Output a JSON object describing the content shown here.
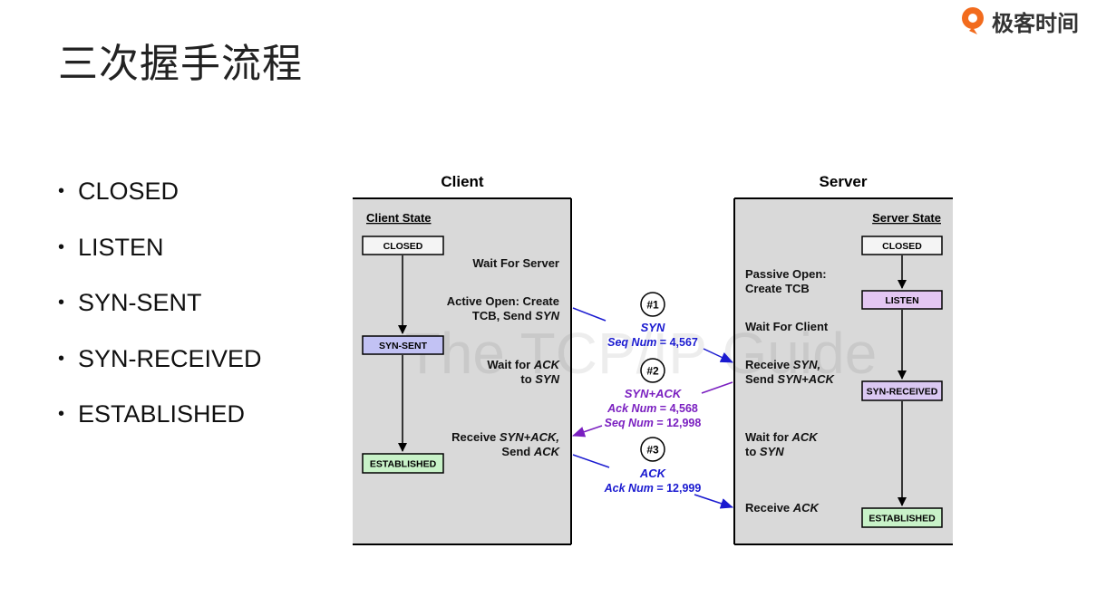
{
  "slide": {
    "title": "三次握手流程",
    "logo_text": "极客时间",
    "logo_icon": "geektime-logo-icon"
  },
  "bullets": [
    "CLOSED",
    "LISTEN",
    "SYN-SENT",
    "SYN-RECEIVED",
    "ESTABLISHED"
  ],
  "diagram": {
    "client_header": "Client",
    "server_header": "Server",
    "client_state_label": "Client State",
    "server_state_label": "Server State",
    "watermark": "The TCP/IP Guide",
    "client_states": {
      "closed": "CLOSED",
      "syn_sent": "SYN-SENT",
      "established": "ESTABLISHED"
    },
    "server_states": {
      "closed": "CLOSED",
      "listen": "LISTEN",
      "syn_received": "SYN-RECEIVED",
      "established": "ESTABLISHED"
    },
    "client_notes": {
      "wait_server": "Wait For Server",
      "active_open_1": "Active Open: Create",
      "active_open_2a": "TCB, Send ",
      "active_open_2b": "SYN",
      "wait_ack_1a": "Wait for ",
      "wait_ack_1b": "ACK",
      "wait_ack_2a": "to ",
      "wait_ack_2b": "SYN",
      "recv_1a": "Receive ",
      "recv_1b": "SYN+ACK,",
      "recv_2a": "Send ",
      "recv_2b": "ACK"
    },
    "server_notes": {
      "passive_1": "Passive Open:",
      "passive_2": "Create TCB",
      "wait_client": "Wait For Client",
      "recv_syn_1a": "Receive ",
      "recv_syn_1b": "SYN,",
      "recv_syn_2a": "Send ",
      "recv_syn_2b": "SYN+ACK",
      "wait_ack_1a": "Wait for ",
      "wait_ack_1b": "ACK",
      "wait_ack_2a": "to ",
      "wait_ack_2b": "SYN",
      "recv_ack_a": "Receive ",
      "recv_ack_b": "ACK"
    },
    "messages": [
      {
        "num": "#1",
        "name": "SYN",
        "lines": [
          {
            "key": "Seq Num",
            "value": " = 4,567"
          }
        ]
      },
      {
        "num": "#2",
        "name": "SYN+ACK",
        "lines": [
          {
            "key": "Ack Num",
            "value": " = 4,568"
          },
          {
            "key": "Seq Num",
            "value": " = 12,998"
          }
        ]
      },
      {
        "num": "#3",
        "name": "ACK",
        "lines": [
          {
            "key": "Ack Num",
            "value": " = 12,999"
          }
        ]
      }
    ],
    "colors": {
      "panel": "#d9d9d9",
      "syn_blue": "#1a1ad0",
      "synack_purple": "#7a1fc0",
      "closed_fill": "#f4f4f4",
      "listen_fill": "#e3c6f2",
      "synsent_fill": "#c2c2f4",
      "synrecv_fill": "#dac8f2",
      "established_fill": "#c8f2c8"
    }
  }
}
